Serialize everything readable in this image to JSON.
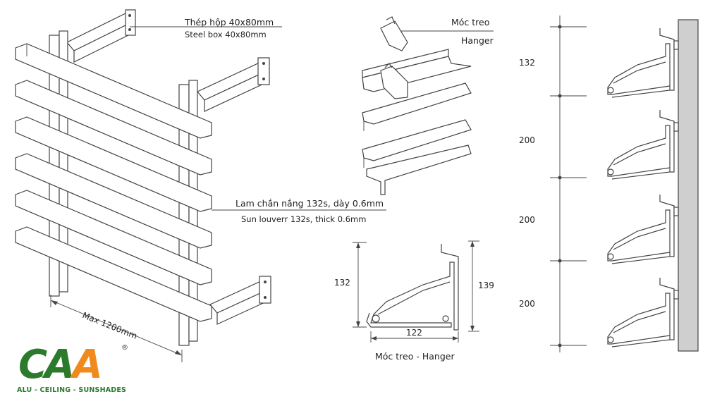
{
  "labels": {
    "steel_box_vi": "Thép hộp 40x80mm",
    "steel_box_en": "Steel box 40x80mm",
    "hanger_vi": "Móc treo",
    "hanger_en": "Hanger",
    "louver_vi": "Lam chắn nắng 132s, dày 0.6mm",
    "louver_en": "Sun louverr  132s, thick 0.6mm",
    "max_span": "Max 1200mm",
    "hanger_caption": "Móc treo - Hanger"
  },
  "dimensions": {
    "hanger_height_left": "132",
    "hanger_height_right": "139",
    "hanger_width": "122",
    "spacing": [
      "132",
      "200",
      "200",
      "200"
    ]
  },
  "logo": {
    "brand": "CAA",
    "registered": "®",
    "tagline": "ALU - CEILING - SUNSHADES",
    "colors": {
      "orange": "#f08a1c",
      "green": "#2c7a2c"
    }
  }
}
